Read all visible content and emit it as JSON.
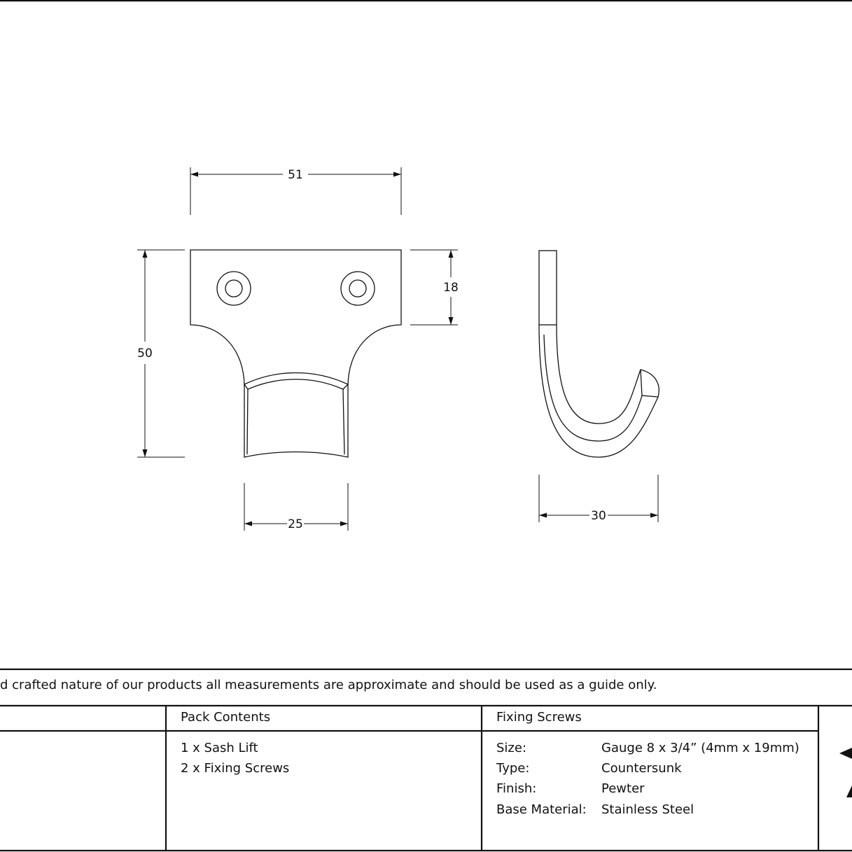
{
  "dimensions": {
    "width_top": "51",
    "height_total": "50",
    "plate_height": "18",
    "lift_width": "25",
    "side_depth": "30"
  },
  "disclaimer": "d crafted nature of our products all measurements are approximate and should be used as a guide only.",
  "pack_contents": {
    "title": "Pack Contents",
    "items": [
      "1 x Sash Lift",
      "2 x Fixing Screws"
    ]
  },
  "fixing_screws": {
    "title": "Fixing Screws",
    "rows": [
      {
        "label": "Size:",
        "value": "Gauge 8 x 3/4” (4mm x 19mm)"
      },
      {
        "label": "Type:",
        "value": "Countersunk"
      },
      {
        "label": "Finish:",
        "value": "Pewter"
      },
      {
        "label": "Base Material:",
        "value": "Stainless Steel"
      }
    ]
  }
}
